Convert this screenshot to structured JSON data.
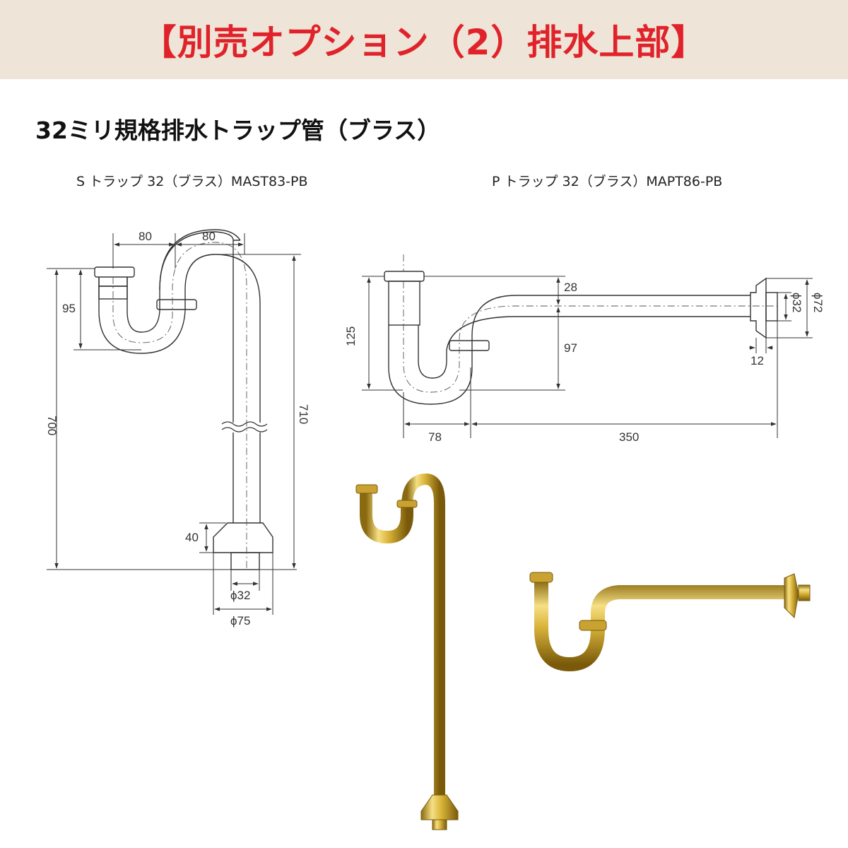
{
  "banner": {
    "title": "【別売オプション（2）排水上部】",
    "bg_color": "#efe4d8",
    "title_color": "#e0232a"
  },
  "section_title": "32ミリ規格排水トラップ管（ブラス）",
  "s_trap": {
    "caption": "S トラップ 32（ブラス）MAST83-PB",
    "dims": {
      "width_left": "80",
      "width_right": "80",
      "height_95": "95",
      "height_700": "700",
      "height_710": "710",
      "height_40": "40",
      "dia_32": "ϕ32",
      "dia_75": "ϕ75"
    }
  },
  "p_trap": {
    "caption": "P トラップ 32（ブラス）MAPT86-PB",
    "dims": {
      "height_125": "125",
      "height_28": "28",
      "height_97": "97",
      "width_78": "78",
      "width_350": "350",
      "dia_32": "ϕ32",
      "dia_72": "ϕ72",
      "flange_12": "12"
    }
  },
  "photos": {
    "s_trap_photo": "brass S-trap product photo",
    "p_trap_photo": "brass P-trap product photo",
    "brass_color": "#d9b43a"
  }
}
